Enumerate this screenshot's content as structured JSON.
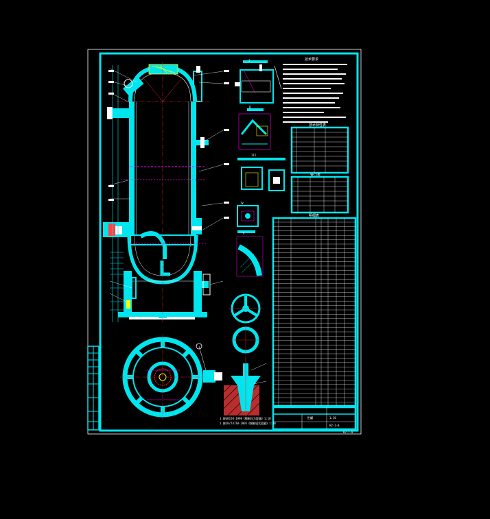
{
  "drawing": {
    "sheet_code": "H2-1-0",
    "view_titles": {
      "detail_1": "I",
      "detail_2": "II",
      "detail_3": "III",
      "detail_4": "IV",
      "detail_5": "V"
    },
    "notes_heading": "技术要求",
    "specs_heading": "技术特性表",
    "nozzle_heading": "管口表",
    "bom_heading": "明细表",
    "title_block": {
      "name": "贮罐",
      "scale": "1:10",
      "drawing_no": "H2-1-0"
    },
    "section_caption_1": "1.按GB150-1998《钢制压力容器》1:10",
    "section_caption_2": "2.按JB/T4710-2005《钢制塔式容器》1:10"
  },
  "colors": {
    "frame": "#00e5ee",
    "hatch": "#00e5ee",
    "centerline": "#ff2222",
    "dimension": "#ff00ff",
    "text": "#ffffff",
    "accent": "#ffff00",
    "background": "#000000"
  }
}
